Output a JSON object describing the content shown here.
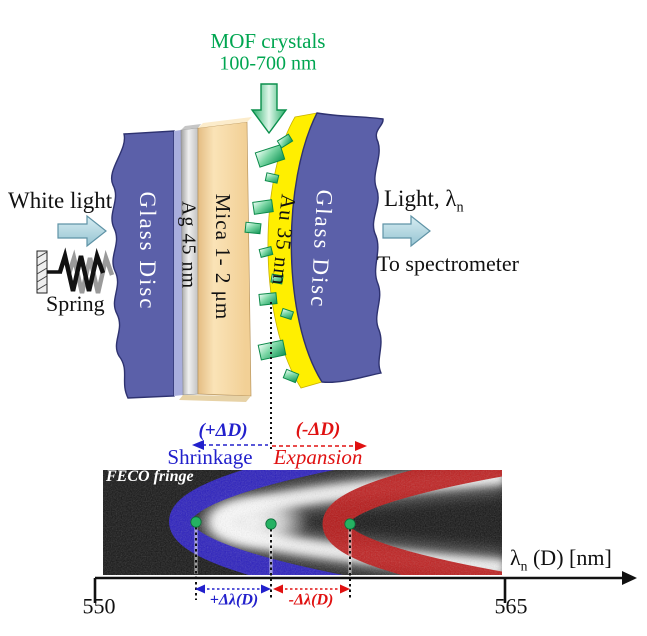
{
  "top": {
    "mof_label": "MOF crystals",
    "size_label": "100-700 nm"
  },
  "left": {
    "white_light": "White light",
    "spring_label": "Spring"
  },
  "right": {
    "light_label_main": "Light, λ",
    "light_label_sub": "n",
    "to_spectrometer": "To spectrometer"
  },
  "layers": {
    "glass_left": "Glass Disc",
    "ag": "Ag 45 nm",
    "mica": "Mica 1- 2 μm",
    "au": "Au 35 nm",
    "glass_right": "Glass Disc"
  },
  "annotations": {
    "plus_dd": "(+ΔD)",
    "shrinkage": "Shrinkage",
    "minus_dd": "(-ΔD)",
    "expansion": "Expansion",
    "plus_dl": "+Δλ(D)",
    "minus_dl": "-Δλ(D)"
  },
  "feco": {
    "label": "FECO fringe"
  },
  "axis": {
    "label_lambda": "λ",
    "label_sub": "n",
    "label_rest": " (D) [nm]",
    "tick_left": "550",
    "tick_right": "565"
  },
  "colors": {
    "glass": "#5b60a9",
    "glass_edge": "#2e3270",
    "au": "#ffef00",
    "mof_text_green": "#00a651",
    "dot_green": "#25b162",
    "fringe_blue": "#2a1ec6",
    "fringe_red": "#bd1515",
    "annotation_blue": "#2220cc",
    "annotation_red": "#e01111",
    "light_arrow": "#b5dce6"
  }
}
